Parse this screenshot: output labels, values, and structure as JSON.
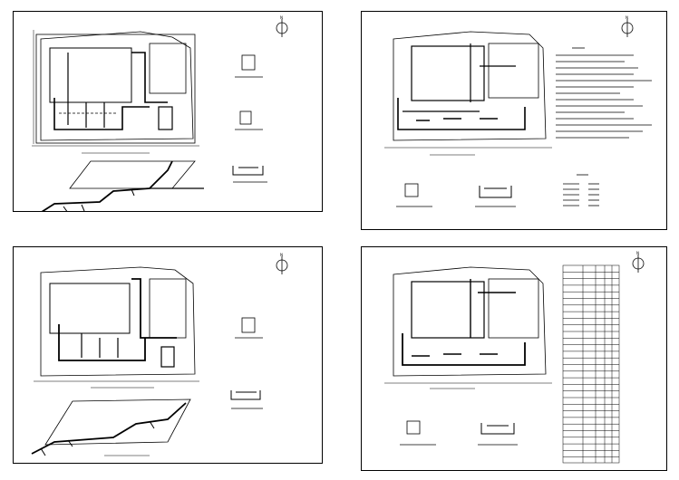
{
  "sheets": [
    {
      "id": "sheet-1",
      "north_label": "N"
    },
    {
      "id": "sheet-2",
      "north_label": "N"
    },
    {
      "id": "sheet-3",
      "north_label": "N"
    },
    {
      "id": "sheet-4",
      "north_label": "N"
    }
  ],
  "colors": {
    "line": "#000000",
    "background": "#ffffff"
  }
}
